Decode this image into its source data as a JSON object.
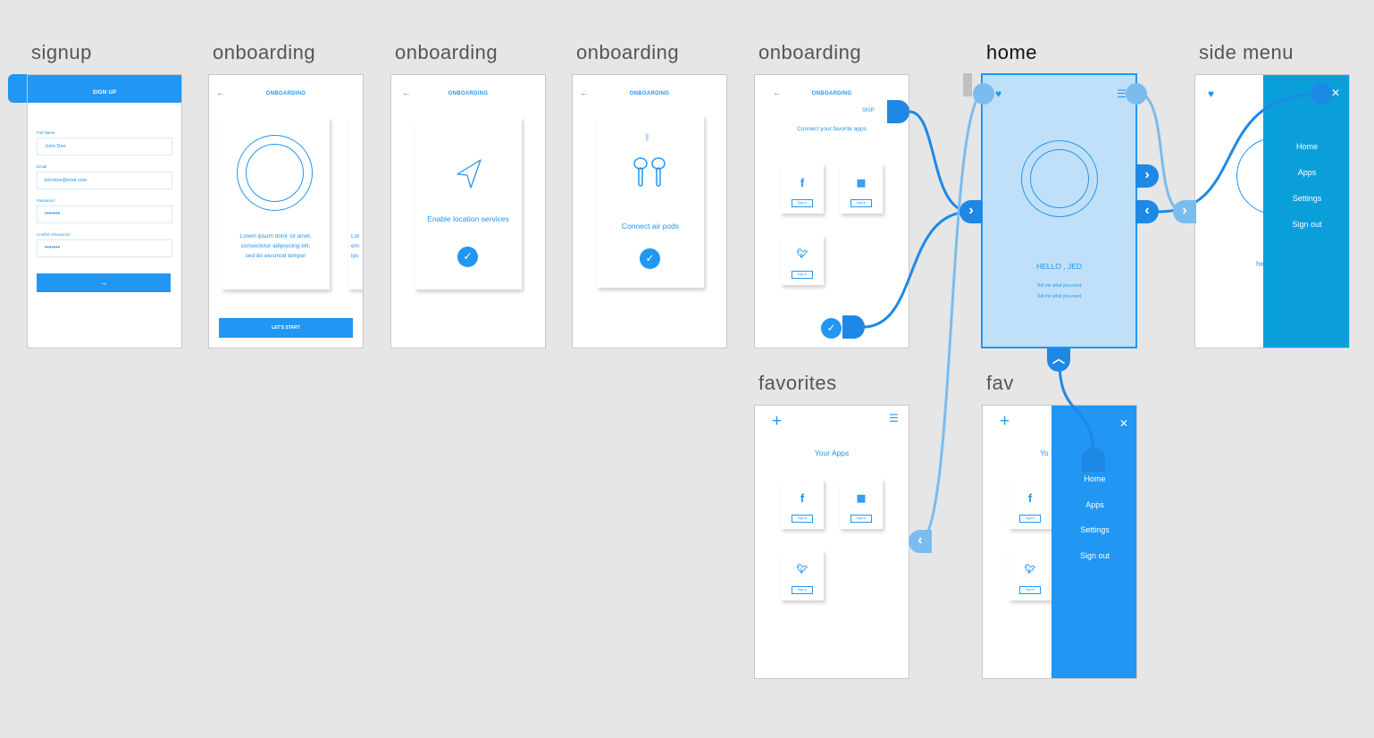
{
  "titles": {
    "signup": "signup",
    "onboarding1": "onboarding",
    "onboarding2": "onboarding",
    "onboarding3": "onboarding",
    "onboarding4": "onboarding",
    "home": "home",
    "side_menu": "side menu",
    "favorites": "favorites",
    "fav": "fav"
  },
  "signup": {
    "header": "SIGN UP",
    "fields": [
      {
        "label": "Full Name",
        "value": "John Doe"
      },
      {
        "label": "Email",
        "value": "johndoe@mail.com"
      },
      {
        "label": "Password",
        "value": "•••••••"
      },
      {
        "label": "Confirm Password",
        "value": "•••••••"
      }
    ],
    "submit_icon": "→"
  },
  "onboarding1": {
    "header": "ONBOARDING",
    "text": "Lorem ipsum dolor sit amet, consectetur adipisicing elit, sed do eiusmod tempor",
    "peek_text": "Lor em ips",
    "button": "LET'S START"
  },
  "onboarding2": {
    "header": "ONBOARDING",
    "text": "Enable location services"
  },
  "onboarding3": {
    "header": "ONBOARDING",
    "text": "Connect air pods"
  },
  "onboarding4": {
    "header": "ONBOARDING",
    "skip": "SKIP",
    "text": "Connect your favorite apps",
    "tile_button": "Sign in"
  },
  "home": {
    "greeting": "HELLO , JED",
    "line1": "Tell me what you need",
    "line2": "Tell me what you need"
  },
  "side_menu": {
    "peek_text": "he",
    "items": [
      "Home",
      "Apps",
      "Settings",
      "Sign out"
    ]
  },
  "favorites": {
    "title": "Your Apps",
    "tile_button": "Sign in"
  },
  "fav": {
    "peek_text": "Yo",
    "items": [
      "Home",
      "Apps",
      "Settings",
      "Sign out"
    ],
    "tile_button": "Sign in"
  },
  "colors": {
    "accent": "#2196f3",
    "menu_dark": "#0a9fd9",
    "canvas": "#e6e6e6",
    "selected_fill": "#bfe0f8",
    "connector": "#1e88e5",
    "connector_light": "#7bbcef"
  },
  "icons": [
    "heart-icon",
    "hamburger-icon",
    "close-icon",
    "plus-icon",
    "back-arrow-icon",
    "bluetooth-icon",
    "location-arrow-icon",
    "airpods-icon",
    "check-icon",
    "facebook-icon",
    "calendar-icon",
    "twitter-icon",
    "chevron-right-icon",
    "chevron-left-icon",
    "chevron-up-icon"
  ]
}
